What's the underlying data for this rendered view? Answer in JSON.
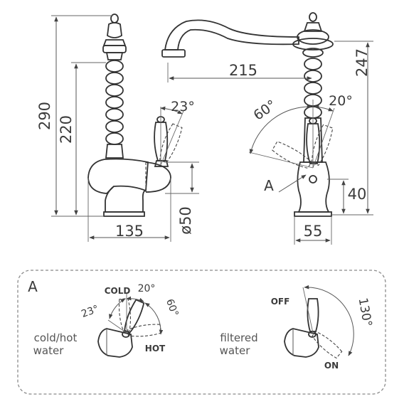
{
  "dimensions": {
    "height_total": "290",
    "height_spout": "220",
    "reach": "215",
    "height_right": "247",
    "base_width_side": "135",
    "base_diameter": "ø50",
    "base_width_front": "55",
    "handle_offset": "40"
  },
  "angles": {
    "left_handle": "23°",
    "right_handle_back": "20°",
    "right_handle_front": "60°"
  },
  "labels": {
    "detail_marker": "A",
    "detail_title": "A"
  },
  "detail": {
    "left": {
      "cold": "COLD",
      "hot": "HOT",
      "angle_a": "23°",
      "angle_b": "20°",
      "angle_c": "60°",
      "caption_line1": "cold/hot",
      "caption_line2": "water"
    },
    "right": {
      "off": "OFF",
      "on": "ON",
      "angle": "130°",
      "caption_line1": "filtered",
      "caption_line2": "water"
    }
  },
  "colors": {
    "line": "#333333",
    "text": "#3b3b3b",
    "frame": "#8a8a8a"
  }
}
